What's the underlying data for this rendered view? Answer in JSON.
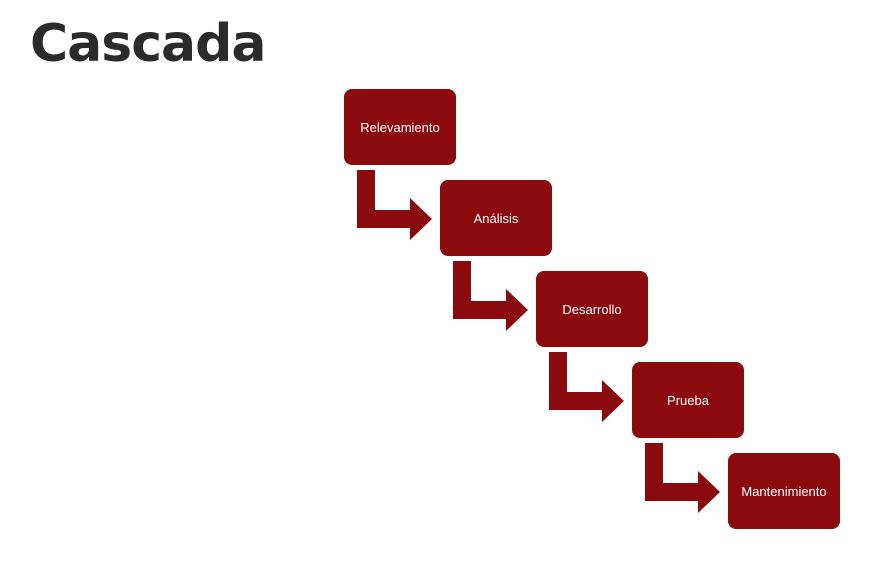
{
  "title": "Cascada",
  "steps": [
    {
      "label": "Relevamiento"
    },
    {
      "label": "Análisis"
    },
    {
      "label": "Desarrollo"
    },
    {
      "label": "Prueba"
    },
    {
      "label": "Mantenimiento"
    }
  ],
  "colors": {
    "step_fill": "#8b0a0e",
    "step_text": "#ffffff",
    "title": "#2b2b2b"
  }
}
